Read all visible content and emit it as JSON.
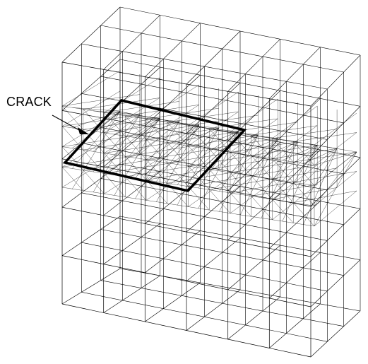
{
  "figure": {
    "label_crack": "CRACK",
    "line_color": "#000000",
    "background": "#ffffff",
    "grid_layers": 4,
    "grid_divisions": 6,
    "highlighted_element": "crack-plane"
  }
}
